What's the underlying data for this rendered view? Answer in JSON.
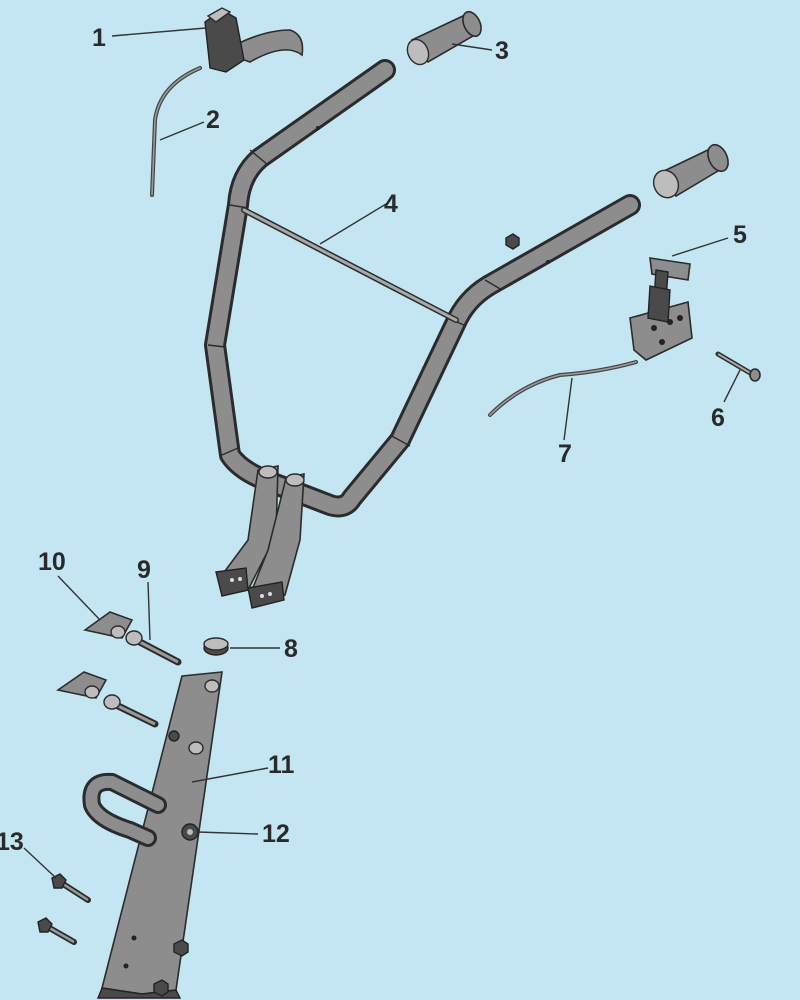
{
  "diagram": {
    "background": "#c3e6f2",
    "line_color": "#2b2b2b",
    "part_color": "#8d8d8d"
  },
  "callouts": [
    {
      "number": "1",
      "part": "throttle-lever"
    },
    {
      "number": "2",
      "part": "throttle-cable"
    },
    {
      "number": "3",
      "part": "left-handle-grip"
    },
    {
      "number": "4",
      "part": "handlebar-frame"
    },
    {
      "number": "5",
      "part": "control-lever-assembly"
    },
    {
      "number": "6",
      "part": "lever-bolt"
    },
    {
      "number": "7",
      "part": "control-cable"
    },
    {
      "number": "8",
      "part": "spacer-washer"
    },
    {
      "number": "9",
      "part": "mount-bolt"
    },
    {
      "number": "10",
      "part": "wing-clamp"
    },
    {
      "number": "11",
      "part": "lower-support-column"
    },
    {
      "number": "12",
      "part": "column-washer"
    },
    {
      "number": "13",
      "part": "column-bolt"
    }
  ]
}
